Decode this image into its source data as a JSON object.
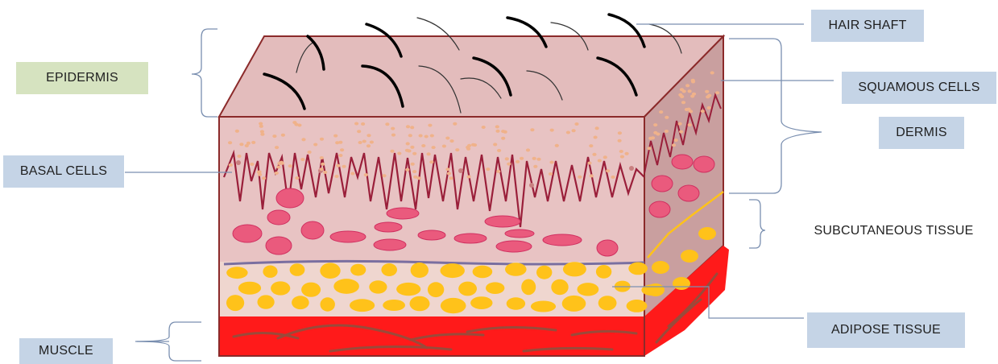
{
  "labels": {
    "epidermis": "EPIDERMIS",
    "hair_shaft": "HAIR SHAFT",
    "squamous_cells": "SQUAMOUS CELLS",
    "dermis": "DERMIS",
    "basal_cells": "BASAL CELLS",
    "subcutaneous_tissue": "SUBCUTANEOUS TISSUE",
    "adipose_tissue": "ADIPOSE TISSUE",
    "muscle": "MUSCLE"
  },
  "colors": {
    "skin_top": "#e3bcbc",
    "skin_front": "#e8c3c3",
    "skin_side": "#c99f9f",
    "block_outline": "#8b2a2a",
    "basal_line": "#9a1f3a",
    "red_cells": "#ea5a7d",
    "adipose": "#ffc21a",
    "adipose_layer": "#efd6cf",
    "muscle": "#ff1a1a",
    "muscle_fibers": "#9a4a3a",
    "hair": "#000000",
    "dots": "#f0b28a",
    "label_blue": "#c5d4e6",
    "label_green": "#d6e3c0",
    "leader_line": "#6f8fb8"
  }
}
